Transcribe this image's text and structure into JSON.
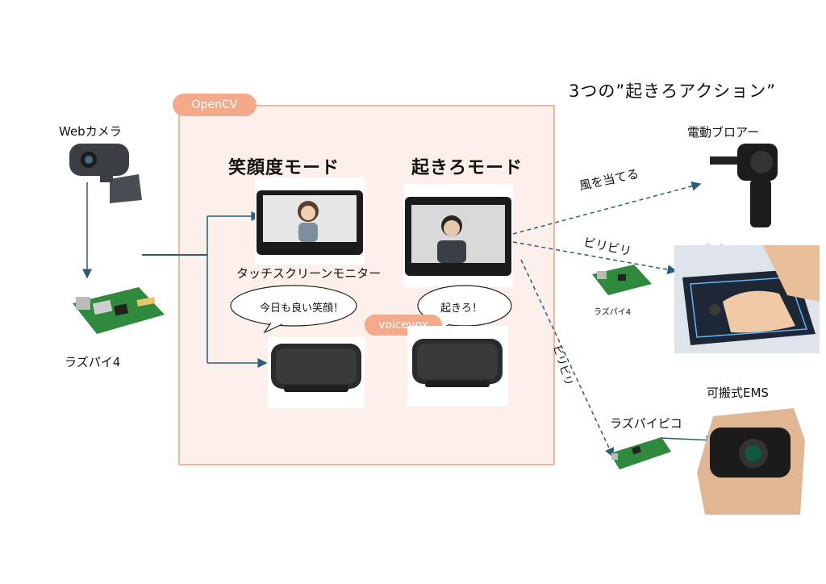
{
  "title": "3つの”起きろアクション”",
  "opencv_label": "OpenCV",
  "voicevox_label": "voicevox",
  "webcam_label": "Webカメラ",
  "raspi4_label": "ラズパイ4",
  "mode_smile": "笑顔度モード",
  "mode_wake": "起きろモード",
  "touchscreen_label": "タッチスクリーンモニター",
  "bubble_smile": "今日も良い笑顔！",
  "bubble_wake": "起きろ！",
  "blower_label": "電動ブロアー",
  "blower_action": "風を当てる",
  "fixed_ems_label": "固定式EMS",
  "fixed_ems_action": "ビリビリ",
  "raspi4_small_label": "ラズパイ4",
  "pico_action": "ビリビリ",
  "pico_label": "ラズパイピコ",
  "portable_ems_label": "可搬式EMS",
  "colors": {
    "accent": "#f4a98a",
    "frame": "#fdf0ea",
    "arrow": "#2a5d7c"
  }
}
